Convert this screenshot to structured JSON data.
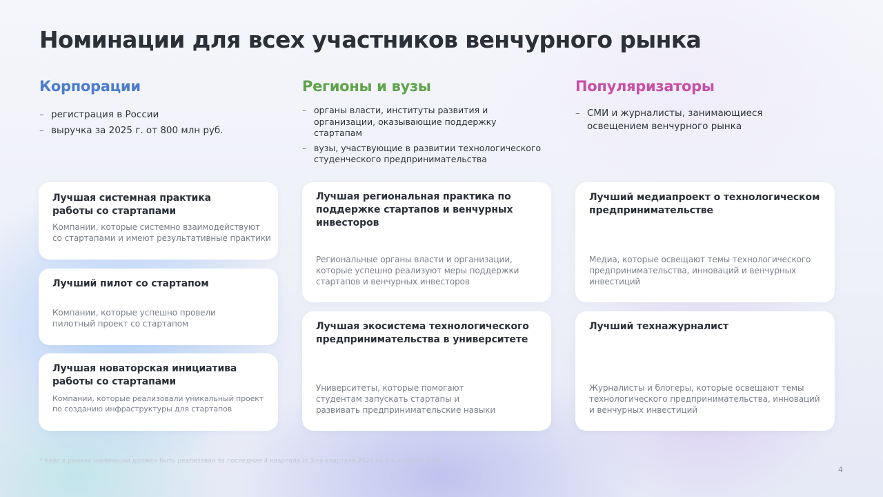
{
  "title": "Номинации для всех участников венчурного рынка",
  "colors": {
    "corporations": "#4c7ccd",
    "regions": "#5fa34a",
    "popularizers": "#c64fa8",
    "text": "#2b3039",
    "muted": "#7a7f88"
  },
  "columns": [
    {
      "heading": "Корпорации",
      "criteria": [
        "регистрация в России",
        "выручка за 2025 г. от 800 млн руб."
      ],
      "cards": [
        {
          "title": "Лучшая системная практика работы со стартапами",
          "description": "Компании, которые системно взаимодействуют со стартапами и имеют результативные практики"
        },
        {
          "title": "Лучший пилот со стартапом",
          "description": "Компании, которые успешно провели пилотный проект со стартапом"
        },
        {
          "title": "Лучшая новаторская инициатива работы со стартапами",
          "description": "Компании, которые реализовали уникальный проект по созданию инфраструктуры для стартапов"
        }
      ]
    },
    {
      "heading": "Регионы и вузы",
      "criteria": [
        "органы власти, институты развития и организации, оказывающие поддержку стартапам",
        "вузы, участвующие в развитии технологического студенческого предпринимательства"
      ],
      "cards": [
        {
          "title": "Лучшая региональная практика по поддержке стартапов и венчурных инвесторов",
          "description": "Региональные органы власти и организации, которые успешно реализуют меры поддержки стартапов и венчурных инвесторов"
        },
        {
          "title": "Лучшая экосистема технологического предпринимательства в университете",
          "description": "Университеты, которые помогают студентам запускать стартапы и развивать предпринимательские навыки"
        }
      ]
    },
    {
      "heading": "Популяризаторы",
      "criteria": [
        "СМИ и журналисты, занимающиеся освещением венчурного рынка"
      ],
      "cards": [
        {
          "title": "Лучший медиапроект о технологическом предпринимательстве",
          "description": "Медиа, которые освещают темы технологического предпринимательства, инноваций и венчурных инвестиций"
        },
        {
          "title": "Лучший технажурналист",
          "description": "Журналисты и блогеры, которые освещают темы технологического предпринимательства, инноваций и венчурных инвестиций"
        }
      ]
    }
  ],
  "footnote": "* Кейс в рамках номинации должен быть реализован за последние 4 квартала (с 3-го квартала 2025 по 2-й квартал 2026)",
  "page_number": "4"
}
